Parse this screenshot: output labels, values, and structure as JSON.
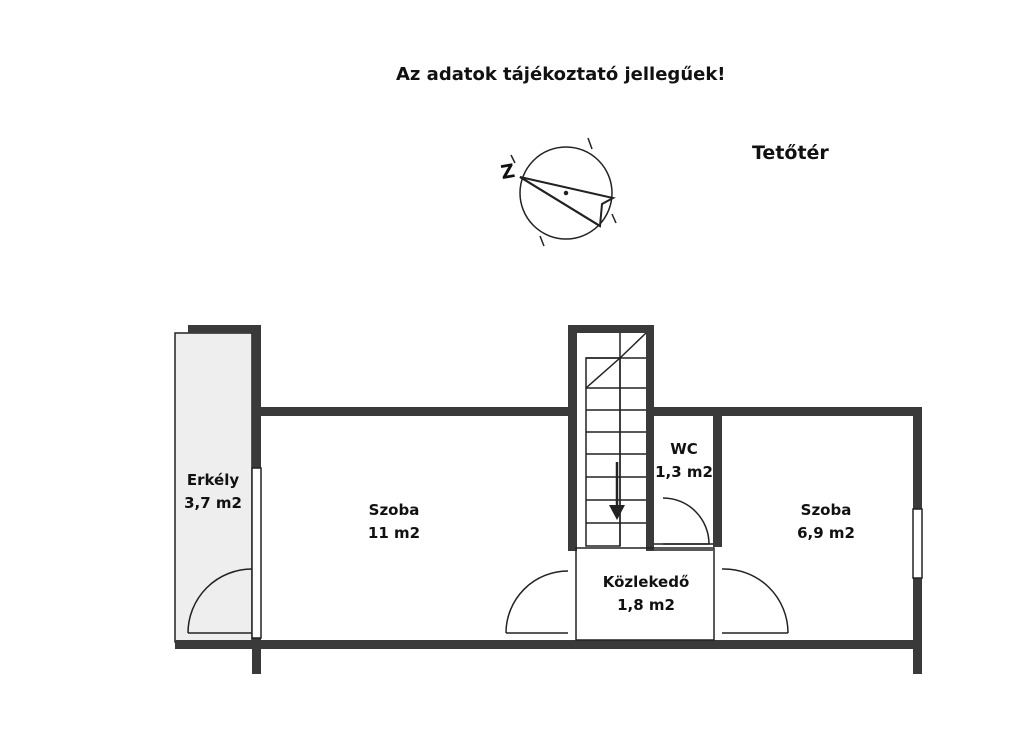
{
  "disclaimer": "Az adatok tájékoztató jellegűek!",
  "floor_label": "Tetőtér",
  "compass": {
    "north_letter": "Z"
  },
  "rooms": [
    {
      "name": "Erkély",
      "area": "3,7 m2"
    },
    {
      "name": "Szoba",
      "area": "11 m2"
    },
    {
      "name": "WC",
      "area": "1,3 m2"
    },
    {
      "name": "Szoba",
      "area": "6,9 m2"
    },
    {
      "name": "Közlekedő",
      "area": "1,8 m2"
    }
  ],
  "colors": {
    "wall": "#3a3a3a",
    "balcony_fill": "#eeeeee",
    "line": "#222222"
  }
}
